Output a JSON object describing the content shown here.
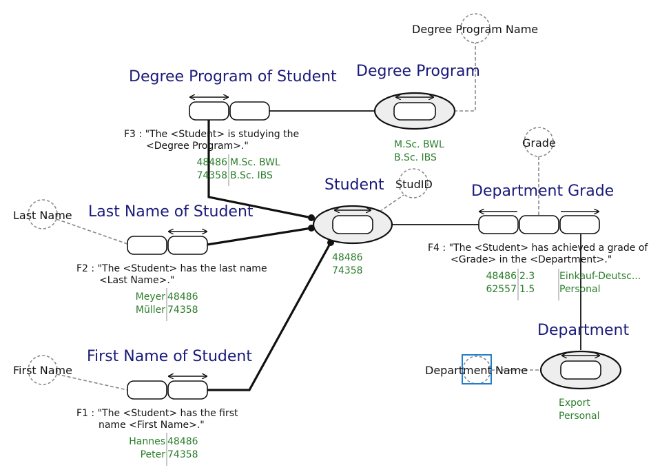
{
  "entities": {
    "student": "Student",
    "degree_program": "Degree Program",
    "department": "Department"
  },
  "value_types": {
    "degree_program_name": "Degree Program Name",
    "grade": "Grade",
    "stud_id": "StudID",
    "last_name": "Last Name",
    "first_name": "First Name",
    "department_name": "Department Name"
  },
  "facts": {
    "f3": {
      "name": "Degree Program of Student",
      "line1": "F3 : \"The <Student> is studying the",
      "line2": "<Degree Program>.\""
    },
    "f2": {
      "name": "Last Name of Student",
      "line1": "F2 : \"The <Student> has the last name",
      "line2": "<Last Name>.\""
    },
    "f1": {
      "name": "First Name of Student",
      "line1": "F1 : \"The <Student> has the first",
      "line2": "name <First Name>.\""
    },
    "f4": {
      "name": "Department Grade",
      "line1": "F4 : \"The <Student> has achieved a grade of",
      "line2": "<Grade> in the <Department>.\""
    }
  },
  "populations": {
    "degree_program": [
      "M.Sc. BWL",
      "B.Sc. IBS"
    ],
    "student": [
      "48486",
      "74358"
    ],
    "department": [
      "Export",
      "Personal"
    ],
    "f3": {
      "col1": [
        "48486",
        "74358"
      ],
      "col2": [
        "M.Sc. BWL",
        "B.Sc. IBS"
      ]
    },
    "f2": {
      "col1": [
        "Meyer",
        "Müller"
      ],
      "col2": [
        "48486",
        "74358"
      ]
    },
    "f1": {
      "col1": [
        "Hannes",
        "Peter"
      ],
      "col2": [
        "48486",
        "74358"
      ]
    },
    "f4": {
      "col1": [
        "48486",
        "62557"
      ],
      "col2": [
        "2.3",
        "1.5"
      ],
      "col3": [
        "Einkauf-Deutsc...",
        "Personal"
      ]
    }
  },
  "colors": {
    "entity_label": "#1a1a7a",
    "population": "#2a7d2a",
    "selection": "#1e7fd0"
  }
}
